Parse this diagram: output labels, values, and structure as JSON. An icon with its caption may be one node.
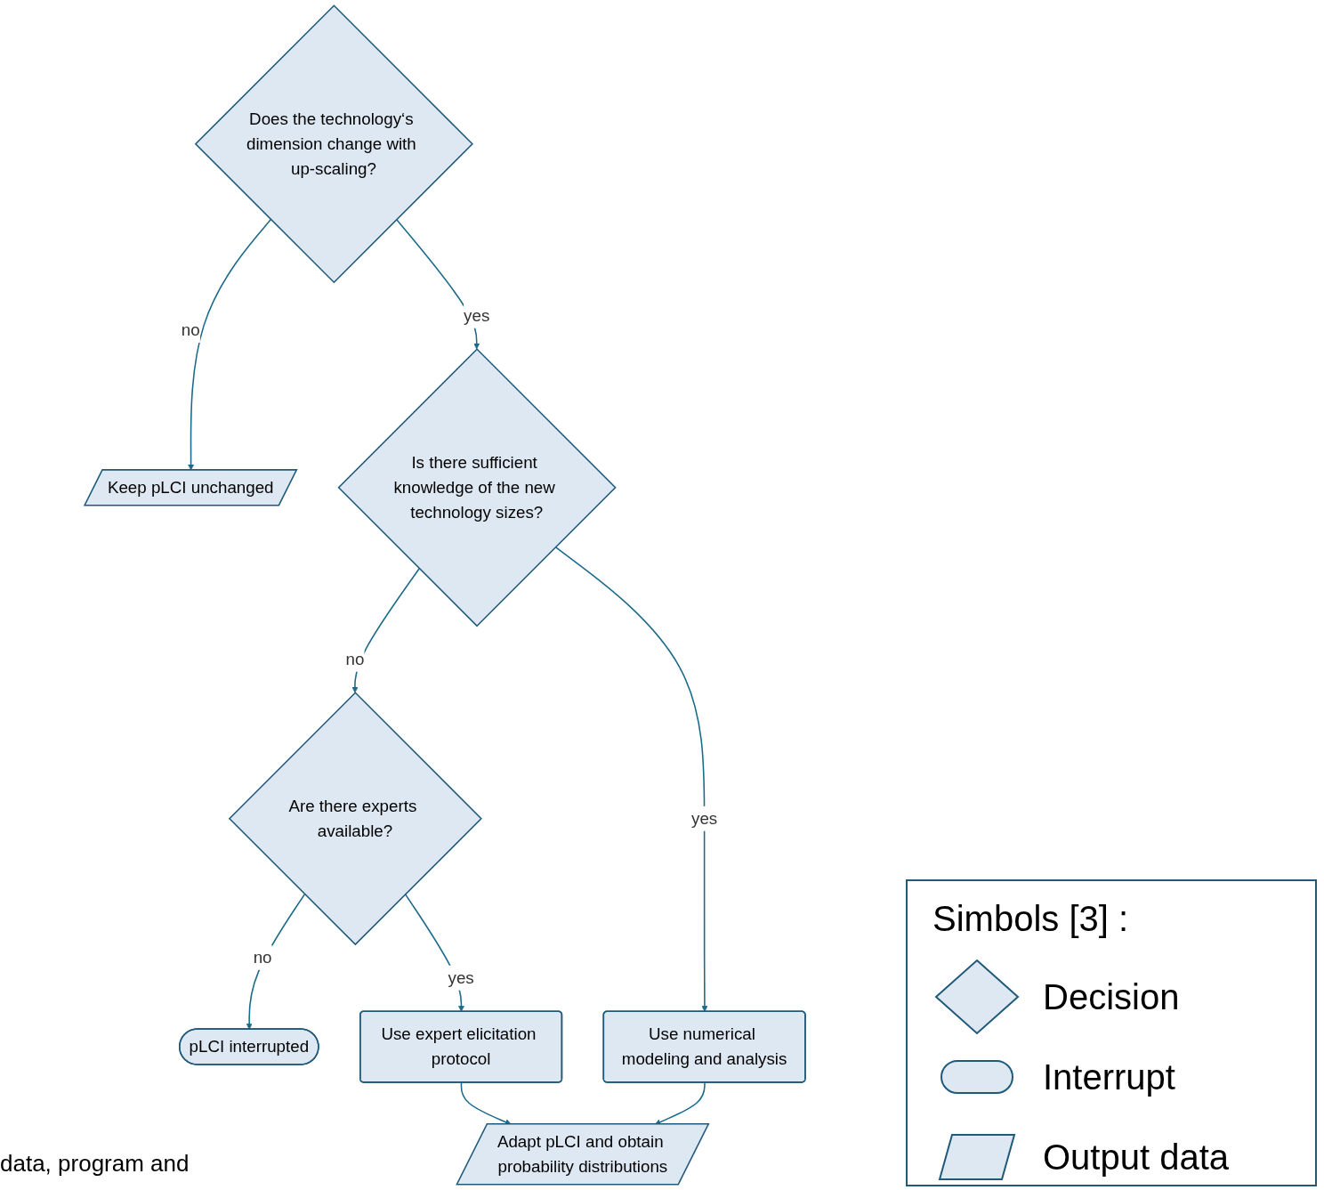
{
  "diagram": {
    "nodes": [
      {
        "text": [
          "Does the technology‘s dimension change with up-scaling?"
        ]
      },
      {
        "text": [
          "Keep pLCI unchanged"
        ]
      },
      {
        "text": [
          "Is there sufficient knowledge of the new technology sizes?"
        ]
      },
      {
        "text": [
          "Are there experts available?"
        ]
      },
      {
        "text": [
          "pLCI interrupted"
        ]
      },
      {
        "text": [
          "Use numerical modeling and analysis"
        ]
      },
      {
        "text": [
          "Use expert elicitation protocol"
        ]
      },
      {
        "text": [
          "Adapt pLCI and obtain probability distributions"
        ]
      }
    ],
    "edges": [
      {
        "from": 0,
        "to": 1,
        "label": "no",
        "arrow": "to"
      },
      {
        "from": 0,
        "to": 2,
        "label": "yes",
        "arrow": "to"
      },
      {
        "from": 2,
        "to": 3,
        "label": "no",
        "arrow": "to"
      },
      {
        "from": 3,
        "to": 4,
        "label": "no",
        "arrow": "to"
      },
      {
        "from": 2,
        "to": 5,
        "label": "yes",
        "arrow": "to"
      },
      {
        "from": 3,
        "to": 6,
        "label": "yes",
        "arrow": "to"
      },
      {
        "from": 5,
        "to": 7,
        "arrow": "to"
      },
      {
        "from": 6,
        "to": 7,
        "arrow": "to"
      }
    ],
    "labels": [
      "Simbols [3] :",
      "data, program and"
    ],
    "legend": [
      {
        "text": "Decision"
      },
      {
        "text": "Interrupt"
      },
      {
        "text": "Output data"
      }
    ]
  }
}
